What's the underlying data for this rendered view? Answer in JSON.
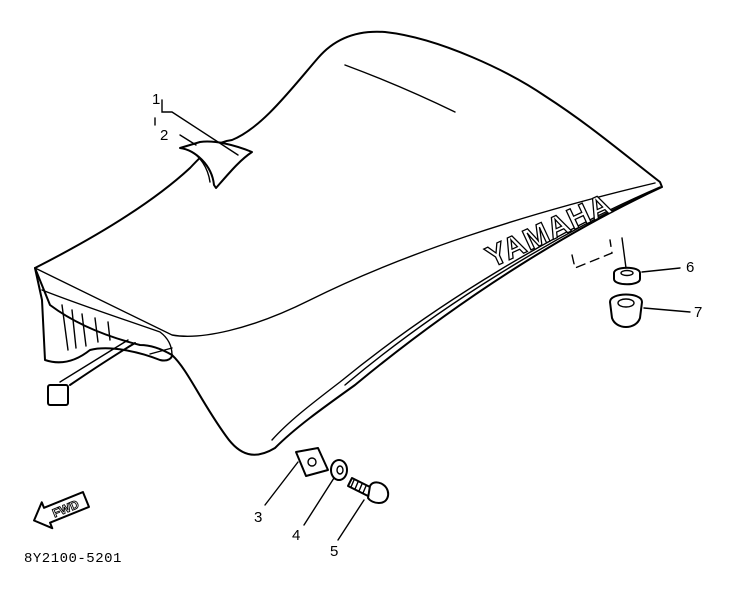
{
  "brand_text": "YAMAHA",
  "direction_label": "FWD",
  "diagram_code": "8Y2100-5201",
  "callouts": [
    {
      "id": "1",
      "label": "1"
    },
    {
      "id": "2",
      "label": "2"
    },
    {
      "id": "3",
      "label": "3"
    },
    {
      "id": "4",
      "label": "4"
    },
    {
      "id": "5",
      "label": "5"
    },
    {
      "id": "6",
      "label": "6"
    },
    {
      "id": "7",
      "label": "7"
    }
  ]
}
